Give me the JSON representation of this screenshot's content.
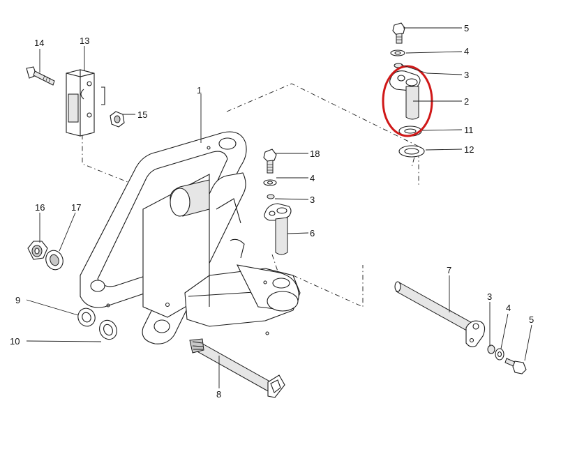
{
  "diagram": {
    "labels": {
      "l1": "1",
      "l2": "2",
      "l3a": "3",
      "l3b": "3",
      "l3c": "3",
      "l4a": "4",
      "l4b": "4",
      "l4c": "4",
      "l5a": "5",
      "l5b": "5",
      "l6": "6",
      "l7": "7",
      "l8": "8",
      "l9": "9",
      "l10": "10",
      "l11": "11",
      "l12": "12",
      "l13": "13",
      "l14": "14",
      "l15": "15",
      "l16": "16",
      "l17": "17",
      "l18": "18"
    },
    "highlight_color": "#d01818"
  }
}
